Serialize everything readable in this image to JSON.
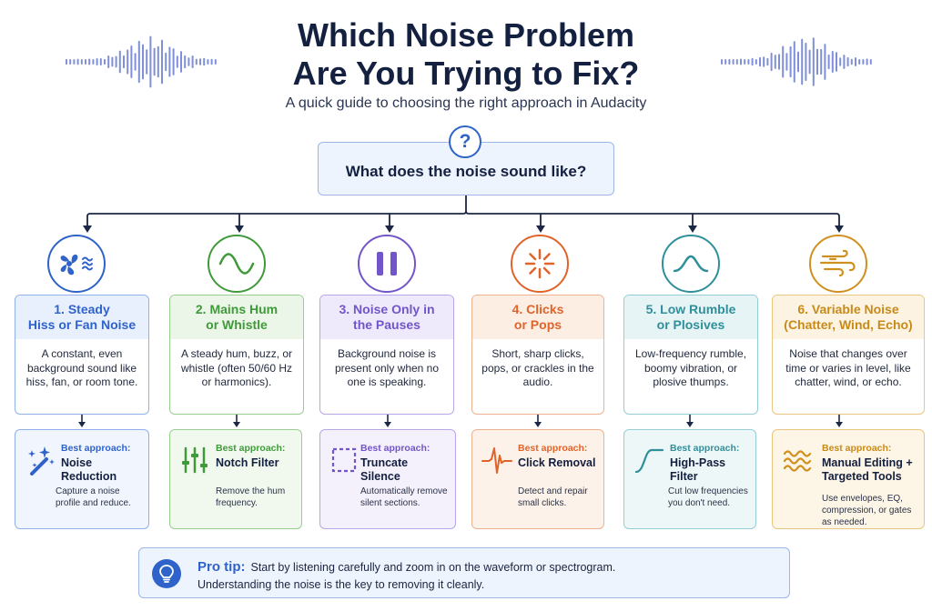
{
  "header": {
    "title_line1": "Which Noise Problem",
    "title_line2": "Are You Trying to Fix?",
    "subtitle": "A quick guide to choosing the right approach in Audacity"
  },
  "question": {
    "icon": "question-icon",
    "mark": "?",
    "text": "What does the noise sound like?"
  },
  "best_approach_label": "Best approach:",
  "colors": {
    "blue": "#2f63c9",
    "green": "#3f9a3a",
    "purple": "#7255c8",
    "orange": "#e0642a",
    "teal": "#2f8f9a",
    "gold": "#d0901f"
  },
  "columns": [
    {
      "head_line1": "1. Steady",
      "head_line2": "Hiss or Fan Noise",
      "desc": "A constant, even background sound like hiss, fan, or room tone.",
      "icon": "fan-icon",
      "approach_icon": "magic-wand-icon",
      "approach": "Noise Reduction",
      "approach_desc": "Capture a noise profile and reduce."
    },
    {
      "head_line1": "2. Mains Hum",
      "head_line2": "or Whistle",
      "desc": "A steady hum, buzz, or whistle (often 50/60 Hz or harmonics).",
      "icon": "sine-wave-icon",
      "approach_icon": "equalizer-sliders-icon",
      "approach": "Notch Filter",
      "approach_desc": "Remove the hum frequency."
    },
    {
      "head_line1": "3. Noise Only in",
      "head_line2": "the Pauses",
      "desc": "Background noise is present only when no one is speaking.",
      "icon": "pause-icon",
      "approach_icon": "selection-box-icon",
      "approach": "Truncate Silence",
      "approach_desc": "Automatically remove silent sections."
    },
    {
      "head_line1": "4. Clicks",
      "head_line2": "or Pops",
      "desc": "Short, sharp clicks, pops, or crackles in the audio.",
      "icon": "burst-icon",
      "approach_icon": "spike-waveform-icon",
      "approach": "Click Removal",
      "approach_desc": "Detect and repair small clicks."
    },
    {
      "head_line1": "5. Low Rumble",
      "head_line2": "or Plosives",
      "desc": "Low-frequency rumble, boomy vibration, or plosive thumps.",
      "icon": "low-hump-icon",
      "approach_icon": "high-pass-curve-icon",
      "approach": "High-Pass Filter",
      "approach_desc": "Cut low frequencies you don't need."
    },
    {
      "head_line1": "6. Variable Noise",
      "head_line2": "(Chatter, Wind, Echo)",
      "desc": "Noise that changes over time or varies in level, like chatter, wind, or echo.",
      "icon": "wind-icon",
      "approach_icon": "wavy-lines-icon",
      "approach": "Manual Editing + Targeted Tools",
      "approach_desc": "Use envelopes, EQ, compression, or gates as needed."
    }
  ],
  "protip": {
    "icon": "lightbulb-icon",
    "label": "Pro tip:",
    "line1": "Start by listening carefully and zoom in on the waveform or spectrogram.",
    "line2": "Understanding the noise is the key to removing it cleanly."
  }
}
